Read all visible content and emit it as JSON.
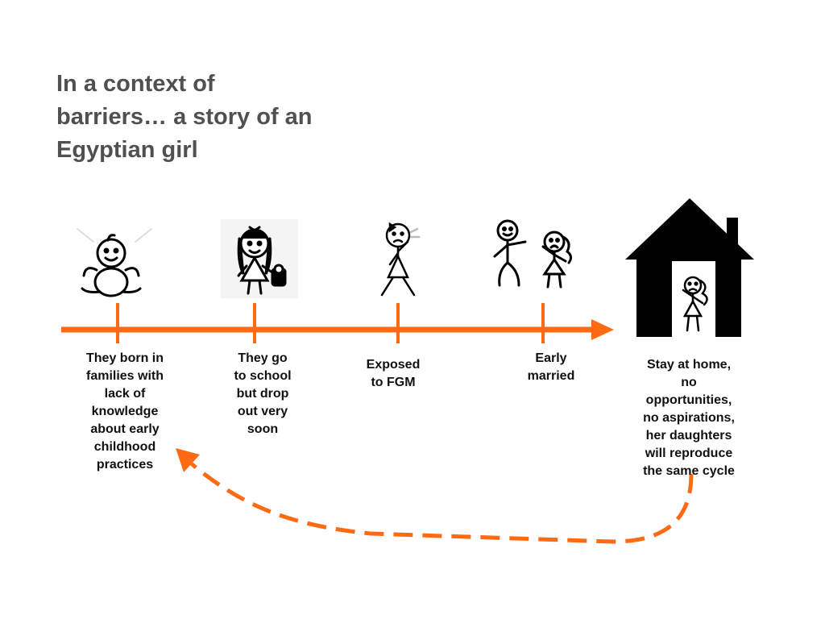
{
  "title_lines": [
    "In a context of",
    "barriers… a story of an",
    "Egyptian girl"
  ],
  "colors": {
    "accent": "#ff6a13",
    "title": "#505050",
    "house": "#000000"
  },
  "stages": [
    {
      "icon": "baby-icon",
      "lines": [
        "They born in",
        "families with",
        "lack of",
        "knowledge",
        "about early",
        "childhood",
        "practices"
      ]
    },
    {
      "icon": "schoolgirl-icon",
      "lines": [
        "They go",
        "to school",
        "but drop",
        "out very",
        "soon"
      ]
    },
    {
      "icon": "crying-girl-icon",
      "lines": [
        "Exposed",
        "to FGM"
      ]
    },
    {
      "icon": "married-couple-icon",
      "lines": [
        "Early",
        "married"
      ]
    },
    {
      "icon": "house-girl-icon",
      "lines": [
        "Stay at home,",
        "no",
        "opportunities,",
        "no aspirations,",
        "her daughters",
        "will reproduce",
        "the same cycle"
      ]
    }
  ]
}
